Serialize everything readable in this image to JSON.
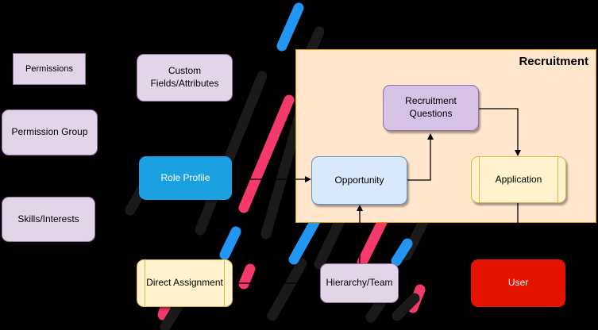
{
  "diagram": {
    "container": {
      "title": "Recruitment"
    },
    "nodes": {
      "permissions": {
        "label": "Permissions"
      },
      "permission_group": {
        "label": "Permission Group"
      },
      "skills_interests": {
        "label": "Skills/Interests"
      },
      "custom_fields": {
        "label": "Custom Fields/Attributes"
      },
      "role_profile": {
        "label": "Role Profile"
      },
      "direct_assignment": {
        "label": "Direct Assignment"
      },
      "recruitment_questions": {
        "label": "Recruitment Questions"
      },
      "opportunity": {
        "label": "Opportunity"
      },
      "application": {
        "label": "Application"
      },
      "hierarchy_team": {
        "label": "Hierarchy/Team"
      },
      "user": {
        "label": "User"
      }
    },
    "edges": [
      {
        "from": "role_profile",
        "to": "opportunity"
      },
      {
        "from": "opportunity",
        "to": "recruitment_questions"
      },
      {
        "from": "recruitment_questions",
        "to": "application"
      },
      {
        "from": "application",
        "to": "user"
      },
      {
        "from": "hierarchy_team",
        "to": "opportunity"
      },
      {
        "from": "direct_assignment",
        "to": "hierarchy_team"
      }
    ],
    "colors": {
      "background": "#000000",
      "lavender_fill": "#E1D5E7",
      "lavender_border": "#9673A6",
      "purple_fill": "#D6C2E4",
      "blue_node_fill": "#1BA1E2",
      "light_blue_fill": "#DAE8FC",
      "light_blue_border": "#6C8EBF",
      "yellow_fill": "#FFF2CC",
      "yellow_border": "#D6B656",
      "group_fill": "#FFE6CC",
      "group_border": "#D79B00",
      "red_fill": "#E51400",
      "stripe_blue": "#2196F3",
      "stripe_pink": "#F33A6A",
      "stripe_black": "#1A1A1A"
    }
  }
}
